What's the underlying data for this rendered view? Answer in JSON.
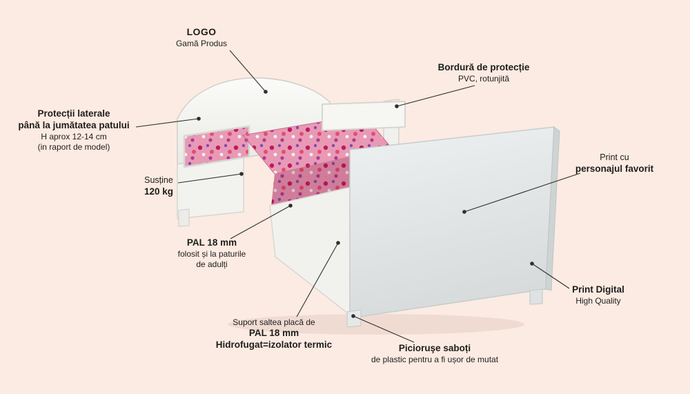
{
  "colors": {
    "bg": "#fcebe2",
    "text": "#1d1d1b",
    "line": "#2e2e2c",
    "panel_white": "#f5f5f2",
    "panel_gray": "#e2e6e6",
    "mattress_pink": "#e79ab5"
  },
  "labels": {
    "logo": {
      "title": "LOGO",
      "subtitle": "Gamă Produs"
    },
    "bordura": {
      "title": "Bordură de protecție",
      "subtitle": "PVC, rotunjită"
    },
    "protectii": {
      "line1": "Protecții laterale",
      "line2": "până la jumătatea patului",
      "line3": "H aprox 12-14 cm",
      "line4": "(in raport de model)"
    },
    "sustine": {
      "line1": "Susține",
      "line2": "120 kg"
    },
    "pal": {
      "line1": "PAL 18 mm",
      "line2": "folosit și la paturile",
      "line3": "de adulți"
    },
    "print_personaj": {
      "line1": "Print cu",
      "line2": "personajul favorit"
    },
    "print_digital": {
      "line1": "Print Digital",
      "line2": "High Quality"
    },
    "suport_saltea": {
      "line1": "Suport saltea placă de",
      "line2": "PAL 18 mm",
      "line3": "Hidrofugat=izolator termic"
    },
    "picioruse": {
      "line1": "Picioruşe saboți",
      "line2": "de plastic pentru a fi ușor de mutat"
    }
  }
}
